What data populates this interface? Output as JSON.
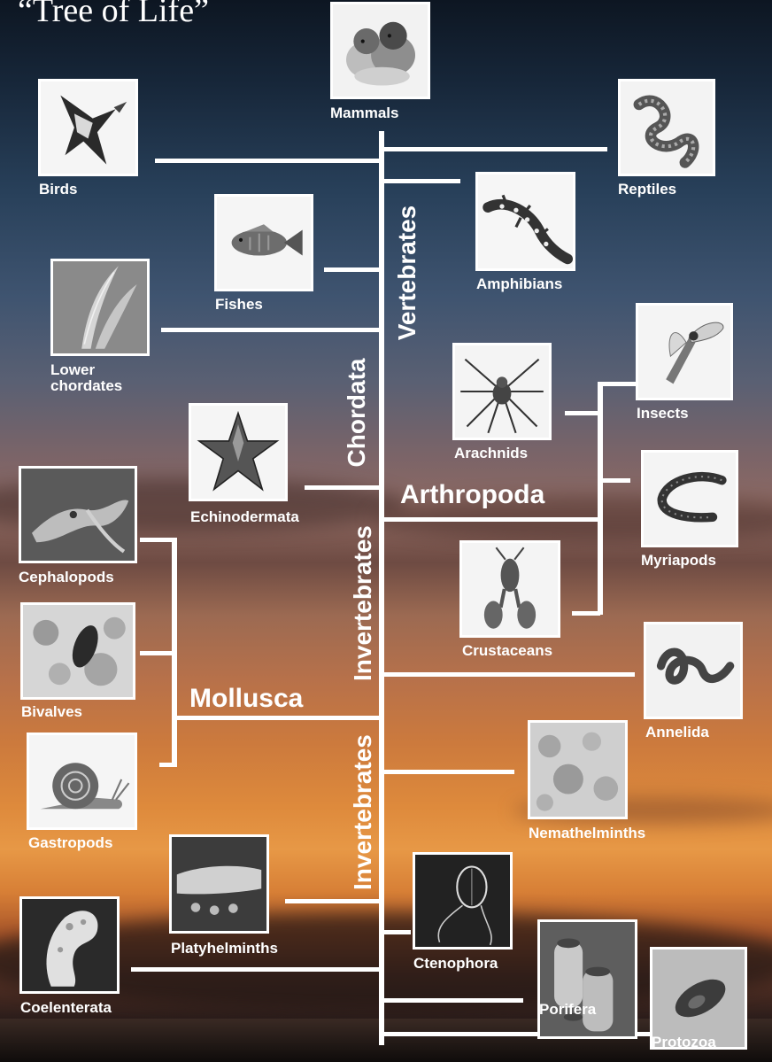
{
  "title": "“Tree of Life”",
  "groups": {
    "vertebrates": "Vertebrates",
    "chordata": "Chordata",
    "invertebrates_upper": "Invertebrates",
    "invertebrates_lower": "Invertebrates"
  },
  "phyla": {
    "arthropoda": "Arthropoda",
    "mollusca": "Mollusca"
  },
  "organisms": {
    "mammals": "Mammals",
    "birds": "Birds",
    "reptiles": "Reptiles",
    "amphibians": "Amphibians",
    "fishes": "Fishes",
    "lower_chordates": [
      "Lower",
      "chordates"
    ],
    "arachnids": "Arachnids",
    "insects": "Insects",
    "echinodermata": "Echinodermata",
    "myriapods": "Myriapods",
    "cephalopods": "Cephalopods",
    "crustaceans": "Crustaceans",
    "bivalves": "Bivalves",
    "annelida": "Annelida",
    "gastropods": "Gastropods",
    "nemathelminths": "Nemathelminths",
    "platyhelminths": "Platyhelminths",
    "ctenophora": "Ctenophora",
    "coelenterata": "Coelenterata",
    "porifera": "Porifera",
    "protozoa": "Protozoa"
  },
  "icons": {
    "mammals": "puppies-photo-icon",
    "birds": "bird-photo-icon",
    "reptiles": "snake-photo-icon",
    "amphibians": "salamander-photo-icon",
    "fishes": "fish-photo-icon",
    "lower_chordates": "lancelet-photo-icon",
    "arachnids": "spider-photo-icon",
    "insects": "fly-photo-icon",
    "echinodermata": "starfish-photo-icon",
    "myriapods": "centipede-photo-icon",
    "cephalopods": "octopus-photo-icon",
    "crustaceans": "lobster-photo-icon",
    "bivalves": "mussel-photo-icon",
    "annelida": "worm-photo-icon",
    "gastropods": "snail-photo-icon",
    "nemathelminths": "nematode-photo-icon",
    "platyhelminths": "flatworm-photo-icon",
    "ctenophora": "comb-jelly-photo-icon",
    "coelenterata": "coral-photo-icon",
    "porifera": "sponge-photo-icon",
    "protozoa": "protozoan-photo-icon"
  },
  "colors": {
    "lines": "#ffffff",
    "text": "#ffffff",
    "sky_top": "#0d1622",
    "sunset": "#e79846"
  }
}
